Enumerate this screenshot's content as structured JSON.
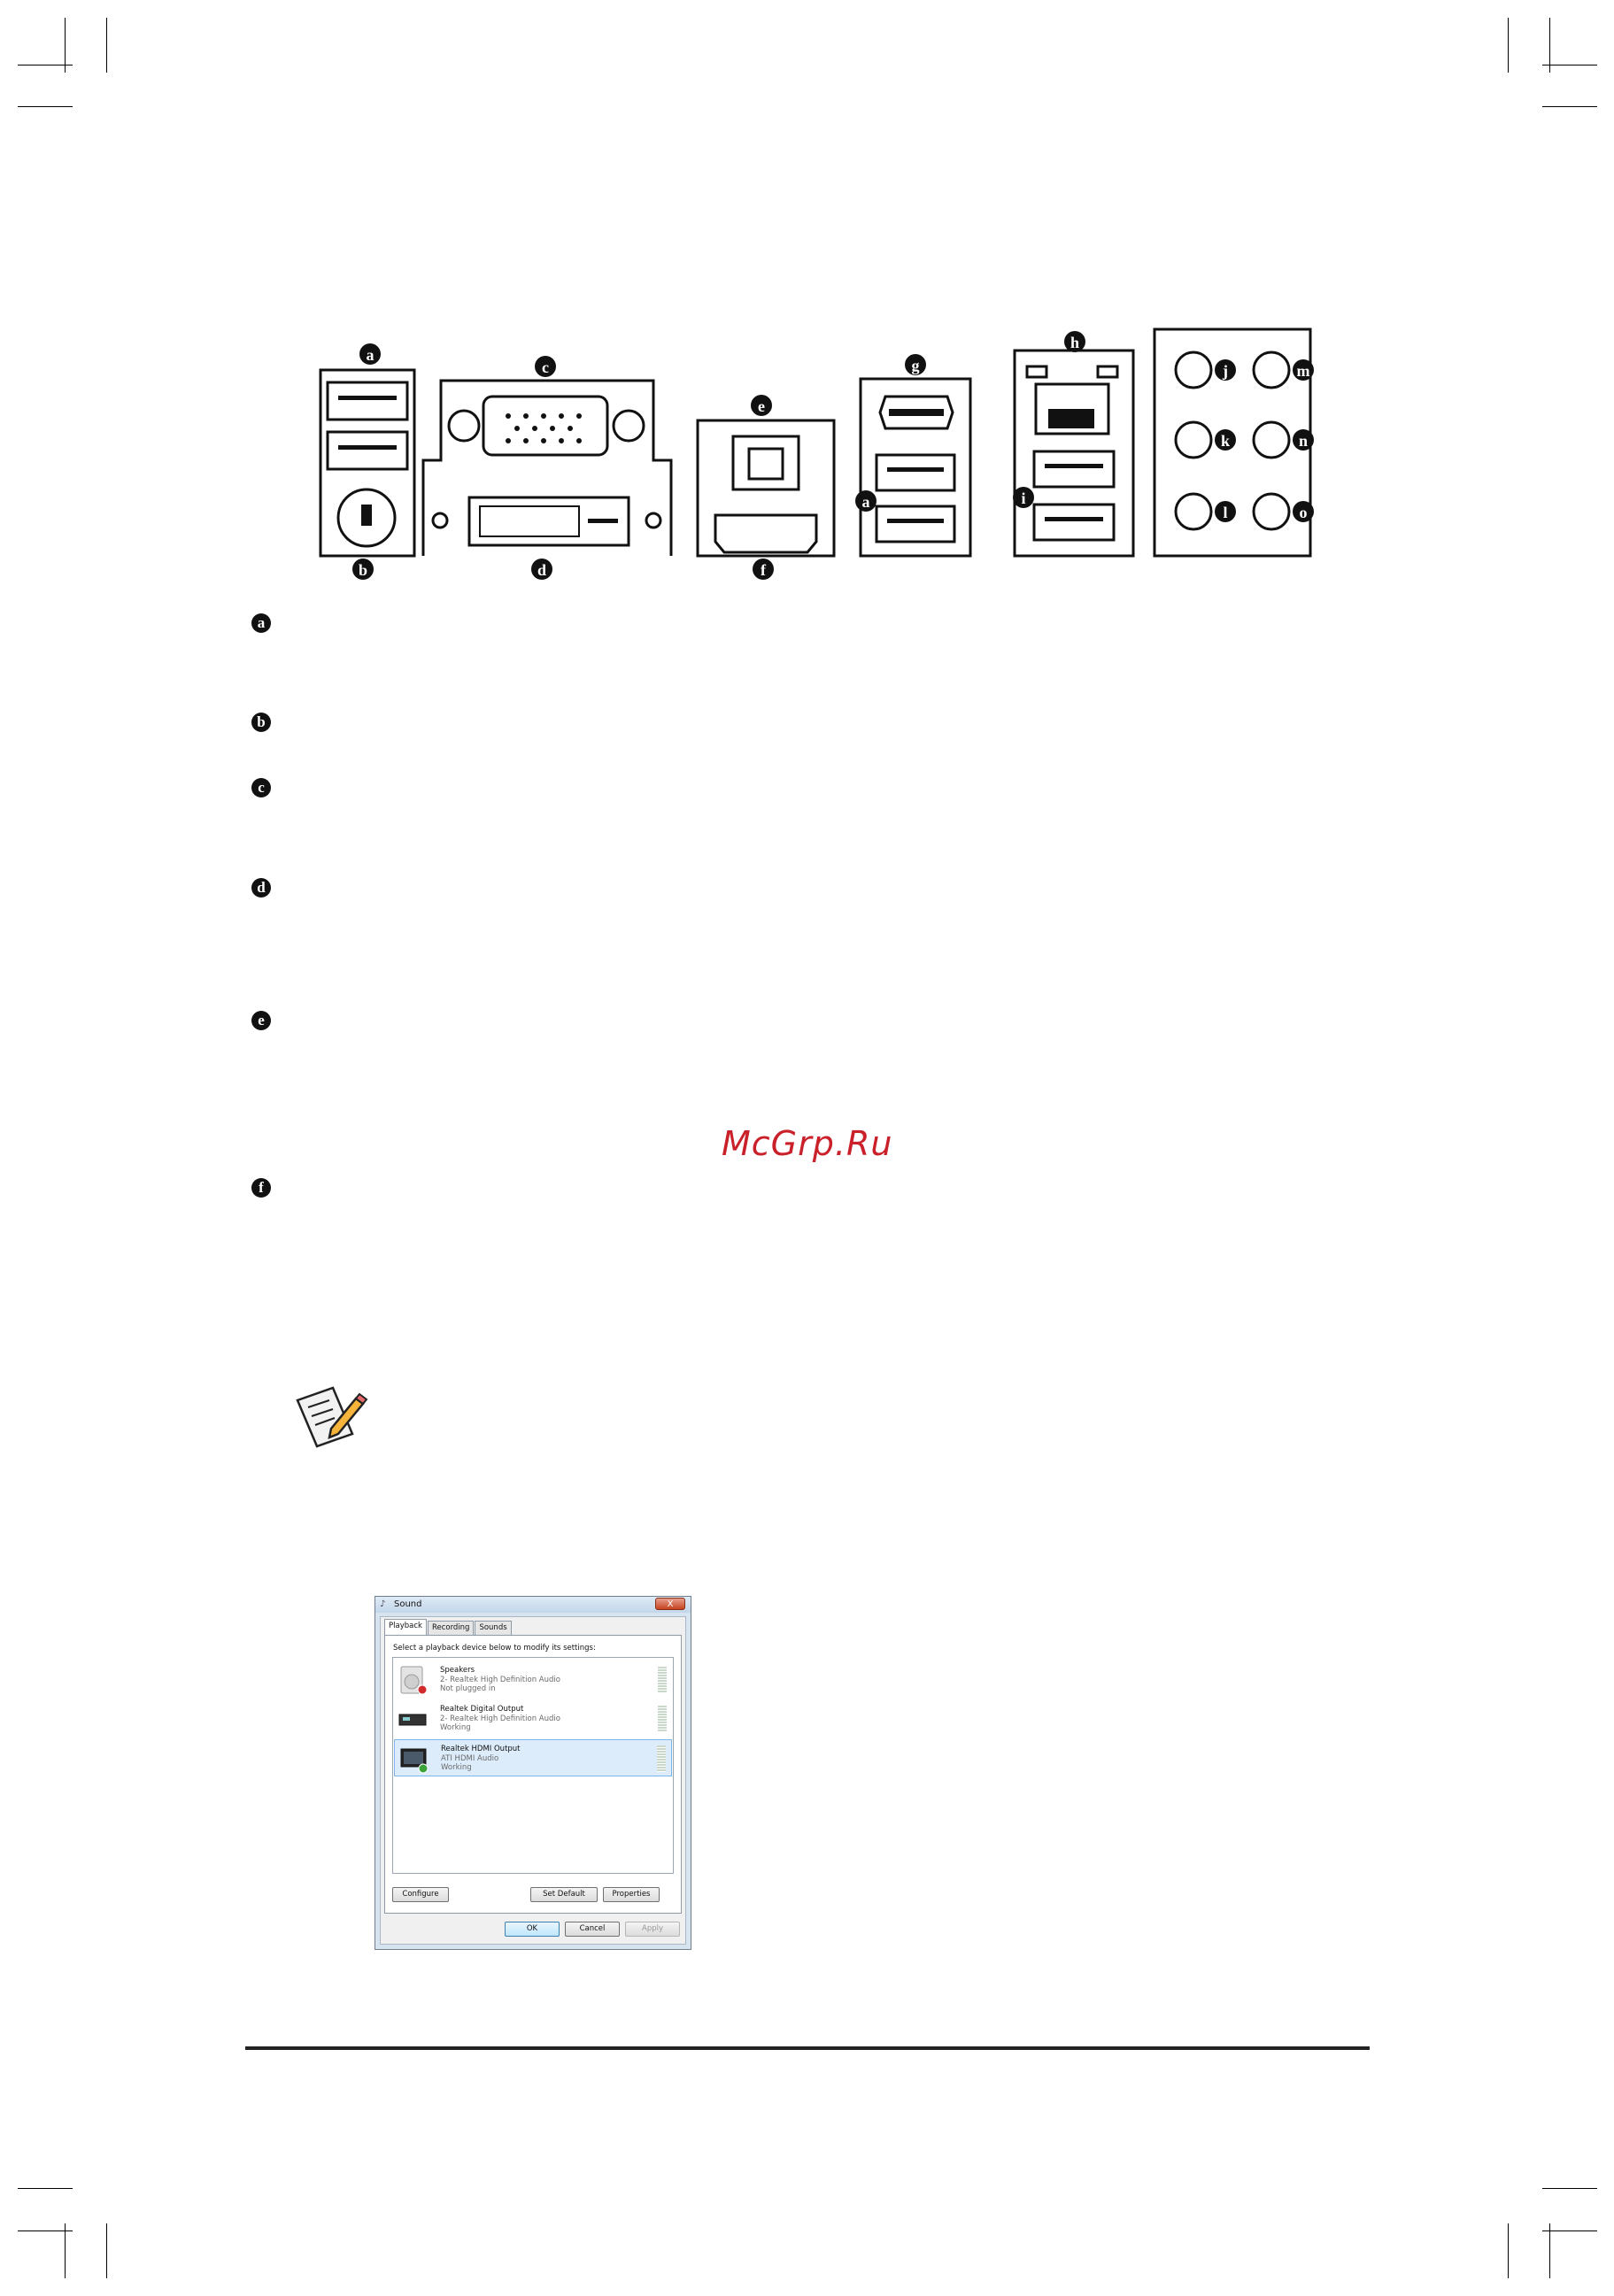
{
  "panel_labels": {
    "usb_a_left": "a",
    "ps2": "b",
    "vga": "c",
    "dvi": "d",
    "optical": "e",
    "hdmi": "f",
    "ieee1394": "g",
    "lan": "h",
    "usb_lan": "i",
    "usb_a_mid": "a",
    "audio_j": "j",
    "audio_k": "k",
    "audio_l": "l",
    "audio_m": "m",
    "audio_n": "n",
    "audio_o": "o"
  },
  "side_letters": [
    "a",
    "b",
    "c",
    "d",
    "e",
    "f"
  ],
  "watermark": "McGrp.Ru",
  "sound_dialog": {
    "title": "Sound",
    "close_label": "X",
    "tabs": [
      "Playback",
      "Recording",
      "Sounds"
    ],
    "instruction": "Select a playback device below to modify its settings:",
    "devices": [
      {
        "name": "Speakers",
        "line2": "2- Realtek High Definition Audio",
        "status": "Not plugged in"
      },
      {
        "name": "Realtek Digital Output",
        "line2": "2- Realtek High Definition Audio",
        "status": "Working"
      },
      {
        "name": "Realtek HDMI Output",
        "line2": "ATI HDMI Audio",
        "status": "Working"
      }
    ],
    "buttons": {
      "configure": "Configure",
      "set_default": "Set Default",
      "properties": "Properties",
      "ok": "OK",
      "cancel": "Cancel",
      "apply": "Apply"
    }
  },
  "colors": {
    "watermark": "#c9202a",
    "selected_row": "#dcecfb",
    "close_button": "#c5421f"
  }
}
